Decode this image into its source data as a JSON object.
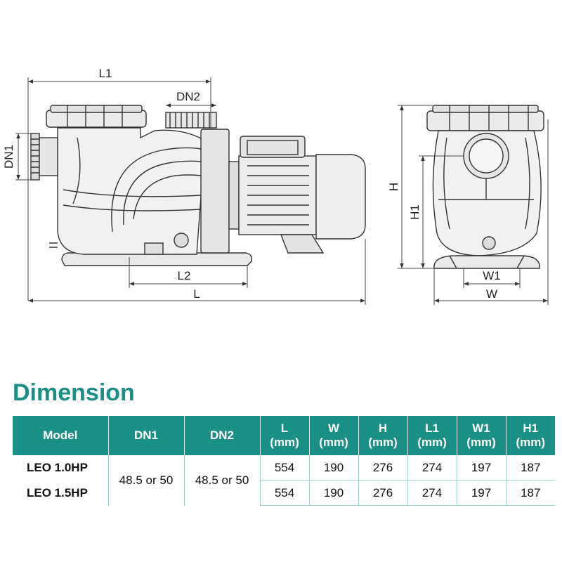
{
  "drawing": {
    "labels": {
      "l1": "L1",
      "dn2": "DN2",
      "dn1": "DN1",
      "l2": "L2",
      "l": "L",
      "h": "H",
      "h1": "H1",
      "w1": "W1",
      "w": "W"
    }
  },
  "section_title": "Dimension",
  "table": {
    "headers": {
      "model": "Model",
      "dn1": "DN1",
      "dn2": "DN2",
      "l": "L",
      "w": "W",
      "h": "H",
      "l1": "L1",
      "w1": "W1",
      "h1": "H1",
      "unit": "(mm)"
    },
    "shared": {
      "dn1": "48.5 or 50",
      "dn2": "48.5 or 50"
    },
    "rows": [
      {
        "model": "LEO 1.0HP",
        "l": "554",
        "w": "190",
        "h": "276",
        "l1": "274",
        "w1": "197",
        "h1": "187"
      },
      {
        "model": "LEO 1.5HP",
        "l": "554",
        "w": "190",
        "h": "276",
        "l1": "274",
        "w1": "197",
        "h1": "187"
      }
    ]
  }
}
